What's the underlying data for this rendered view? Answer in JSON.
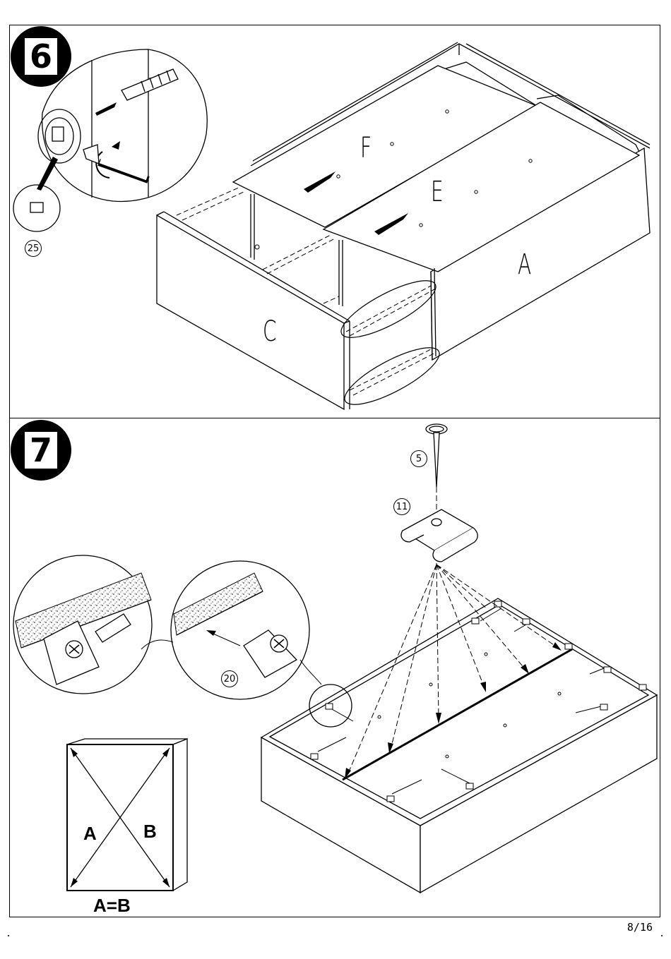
{
  "steps": [
    {
      "number": "6",
      "labels": {
        "F": "F",
        "E": "E",
        "A": "A",
        "C": "C"
      },
      "part": "25"
    },
    {
      "number": "7",
      "parts": [
        "5",
        "11",
        "20"
      ],
      "diagonal_a": "A",
      "diagonal_b": "B",
      "check": "A=B"
    }
  ],
  "page": {
    "number": "8/16"
  }
}
